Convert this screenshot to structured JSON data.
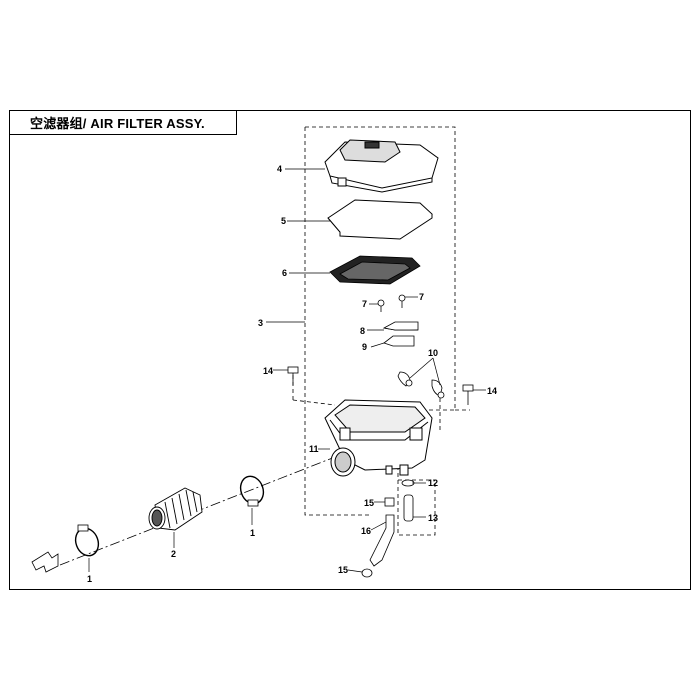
{
  "title": "空滤器组/ AIR FILTER ASSY.",
  "callouts": {
    "c1a": "1",
    "c1b": "1",
    "c2": "2",
    "c3": "3",
    "c4": "4",
    "c5": "5",
    "c6": "6",
    "c7a": "7",
    "c7b": "7",
    "c8": "8",
    "c9": "9",
    "c10": "10",
    "c11": "11",
    "c12": "12",
    "c13": "13",
    "c14a": "14",
    "c14b": "14",
    "c15a": "15",
    "c15b": "15",
    "c16": "16"
  }
}
